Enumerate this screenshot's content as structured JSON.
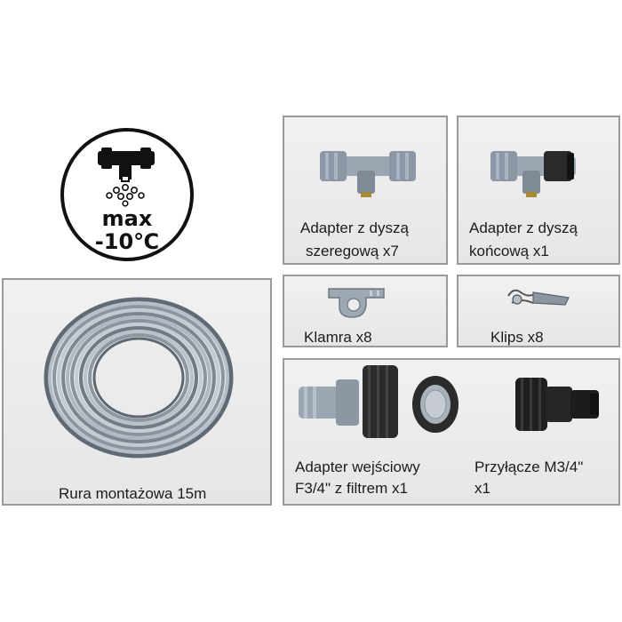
{
  "badge": {
    "line1": "max",
    "line2": "-10℃"
  },
  "items": {
    "hose": {
      "label": "Rura montażowa 15m"
    },
    "inline_adapter": {
      "label_line1": "Adapter z dyszą",
      "label_line2": "szeregową x7"
    },
    "end_adapter": {
      "label_line1": "Adapter z dyszą",
      "label_line2": "końcową x1"
    },
    "clamp": {
      "label": "Klamra x8"
    },
    "clip": {
      "label": "Klips x8"
    },
    "inlet_adapter": {
      "label_line1": "Adapter wejściowy",
      "label_line2": "F3/4\" z filtrem x1"
    },
    "connector": {
      "label_line1": "Przyłącze M3/4\"",
      "label_line2": "x1"
    }
  }
}
